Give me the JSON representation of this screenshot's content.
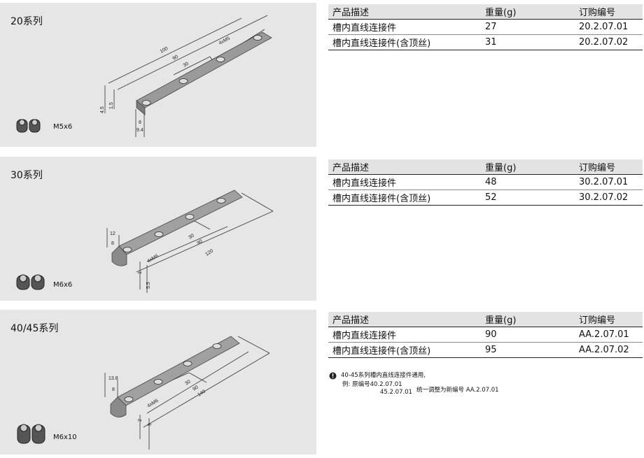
{
  "sections": [
    {
      "title": "20系列",
      "screw_label": "M5x6",
      "dims": {
        "length": "100",
        "span": "90",
        "pitch": "30",
        "holes": "4xM5",
        "h1": "4.5",
        "h2": "1.5",
        "w1": "8",
        "w2": "9.4"
      },
      "table": {
        "headers": [
          "产品描述",
          "重量(g)",
          "订购编号"
        ],
        "rows": [
          {
            "desc": "槽内直线连接件",
            "weight": "27",
            "code": "20.2.07.01"
          },
          {
            "desc": "槽内直线连接件(含顶丝)",
            "weight": "31",
            "code": "20.2.07.02"
          }
        ]
      }
    },
    {
      "title": "30系列",
      "screw_label": "M6x6",
      "dims": {
        "length": "120",
        "span": "90",
        "pitch": "30",
        "holes": "4xM6",
        "h1": "12",
        "h2": "8",
        "w1": "1",
        "w2": "5.5"
      },
      "table": {
        "headers": [
          "产品描述",
          "重量(g)",
          "订购编号"
        ],
        "rows": [
          {
            "desc": "槽内直线连接件",
            "weight": "48",
            "code": "30.2.07.01"
          },
          {
            "desc": "槽内直线连接件(含顶丝)",
            "weight": "52",
            "code": "30.2.07.02"
          }
        ]
      }
    },
    {
      "title": "40/45系列",
      "screw_label": "M6x10",
      "dims": {
        "length": "140",
        "span": "90",
        "pitch": "30",
        "holes": "4xM6",
        "h1": "13.8",
        "h2": "8",
        "w1": "2",
        "w2": "9"
      },
      "table": {
        "headers": [
          "产品描述",
          "重量(g)",
          "订购编号"
        ],
        "rows": [
          {
            "desc": "槽内直线连接件",
            "weight": "90",
            "code": "AA.2.07.01"
          },
          {
            "desc": "槽内直线连接件(含顶丝)",
            "weight": "95",
            "code": "AA.2.07.02"
          }
        ]
      }
    }
  ],
  "note": {
    "line1": "40-45系列槽内直线连接件通用,",
    "line2": "例:  原编号40.2.07.01",
    "line3": "45.2.07.01",
    "line4": "统一调整为新编号  AA.2.07.01"
  }
}
